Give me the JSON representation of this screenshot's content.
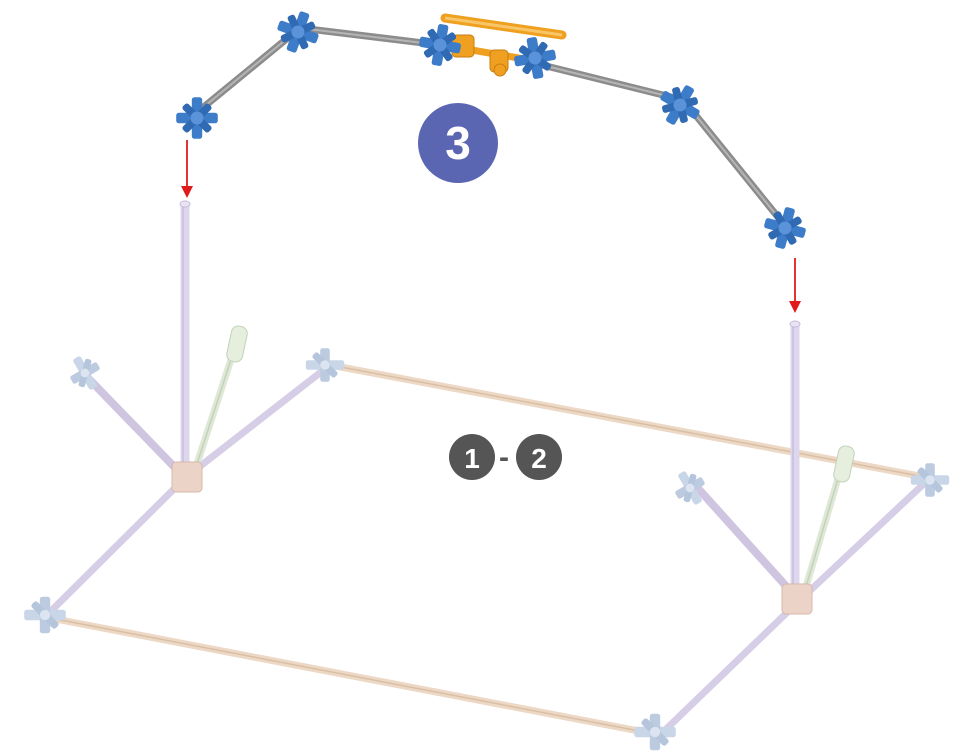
{
  "steps": {
    "current": "3",
    "previous_from": "1",
    "previous_separator": "-",
    "previous_to": "2"
  },
  "colors": {
    "current_step_badge": "#5b66b3",
    "previous_step_badge": "#555555",
    "top_connectors": "#3d7cc9",
    "top_rods": "#8c8c8c",
    "orange_parts": "#f0a020",
    "arrows": "#e01b1b",
    "base_faded_connectors": "#c9d6e8",
    "base_faded_rods_purple": "#d6cde6",
    "base_faded_rods_tan": "#ecd8c4",
    "base_faded_rods_green": "#dfe8d6"
  },
  "icons": {
    "arrow_left": "down-arrow-icon",
    "arrow_right": "down-arrow-icon"
  }
}
